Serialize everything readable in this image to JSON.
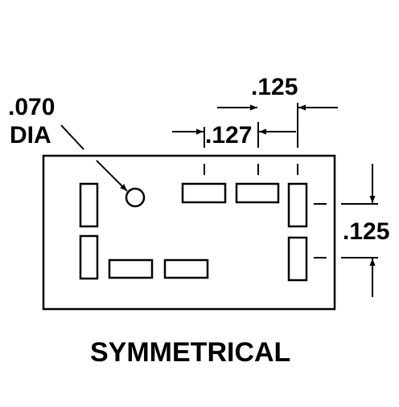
{
  "labels": {
    "dia_value": ".070",
    "dia_text": "DIA",
    "top_dim_125": ".125",
    "top_dim_127": ".127",
    "right_dim_125": ".125",
    "caption": "SYMMETRICAL"
  },
  "colors": {
    "ink": "#000000",
    "paper": "#ffffff"
  }
}
